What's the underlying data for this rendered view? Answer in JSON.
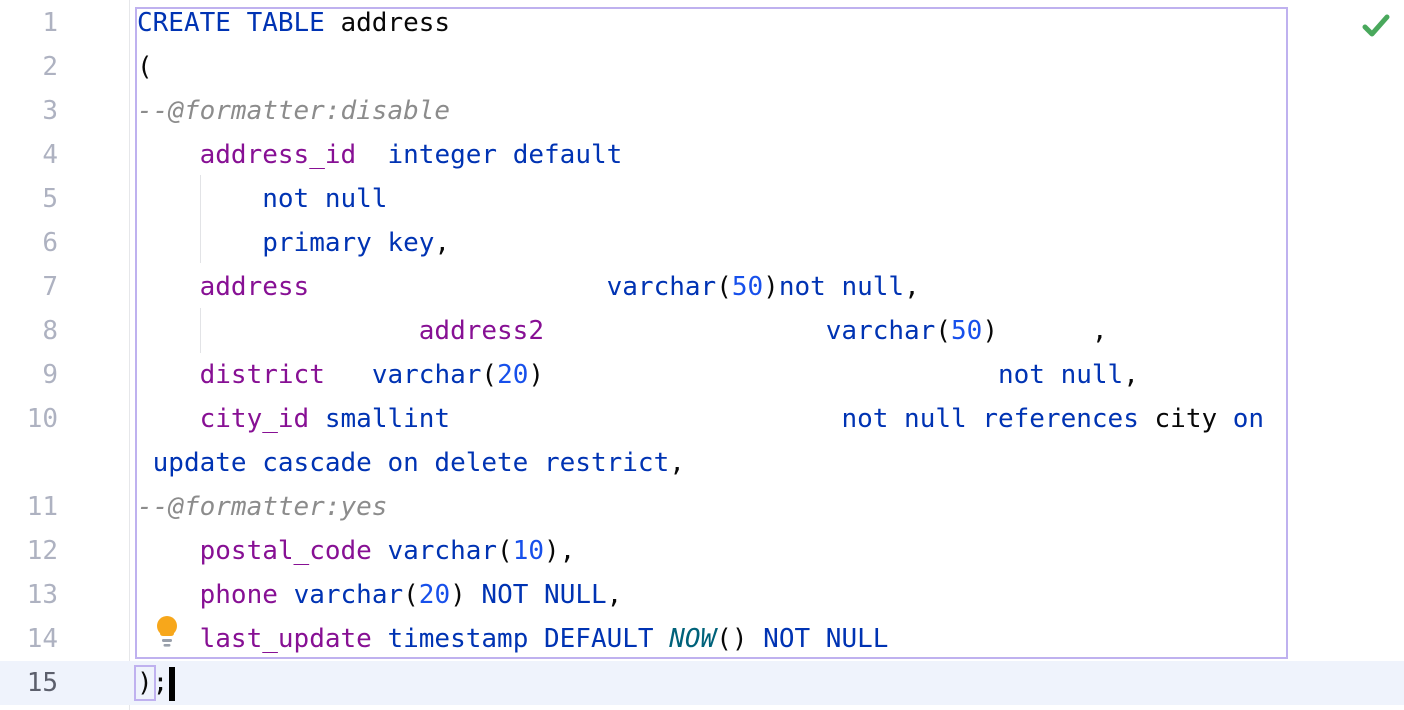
{
  "colors": {
    "bg": "#ffffff",
    "kw": "#0033B3",
    "id": "#871094",
    "num": "#1750EB",
    "pl": "#080808",
    "cm": "#8C8C8C",
    "fn": "#00627A",
    "lineNum": "#AEB2C1",
    "lineNumActive": "#5C5F6C",
    "caretRow": "#EFF3FC",
    "box": "#BFB1EF",
    "gutterSep": "#E6E7EA",
    "indentGuide": "#E2E3E6",
    "caret": "#000000",
    "check": "#49A85C",
    "bulb": "#F7A71B",
    "bulbBase": "#99A0AB"
  },
  "icons": {
    "inspection_status": "checkmark-icon",
    "intention": "lightbulb-icon"
  },
  "editor": {
    "language": "SQL",
    "rows": [
      {
        "num": "1",
        "segments": [
          {
            "c": "kw",
            "t": "CREATE TABLE"
          },
          {
            "c": "pl",
            "t": " address"
          }
        ]
      },
      {
        "num": "2",
        "segments": [
          {
            "c": "pl",
            "t": "("
          }
        ]
      },
      {
        "num": "3",
        "segments": [
          {
            "c": "cm",
            "t": "--@formatter:disable"
          }
        ]
      },
      {
        "num": "4",
        "segments": [
          {
            "c": "pl",
            "t": "    "
          },
          {
            "c": "id",
            "t": "address_id"
          },
          {
            "c": "pl",
            "t": "  "
          },
          {
            "c": "kw",
            "t": "integer default"
          }
        ]
      },
      {
        "num": "5",
        "segments": [
          {
            "c": "pl",
            "t": "        "
          },
          {
            "c": "kw",
            "t": "not null"
          }
        ]
      },
      {
        "num": "6",
        "segments": [
          {
            "c": "pl",
            "t": "        "
          },
          {
            "c": "kw",
            "t": "primary key"
          },
          {
            "c": "pl",
            "t": ","
          }
        ]
      },
      {
        "num": "7",
        "segments": [
          {
            "c": "pl",
            "t": "    "
          },
          {
            "c": "id",
            "t": "address"
          },
          {
            "c": "pl",
            "t": "                   "
          },
          {
            "c": "kw",
            "t": "varchar"
          },
          {
            "c": "pl",
            "t": "("
          },
          {
            "c": "num",
            "t": "50"
          },
          {
            "c": "pl",
            "t": ")"
          },
          {
            "c": "kw",
            "t": "not null"
          },
          {
            "c": "pl",
            "t": ","
          }
        ]
      },
      {
        "num": "8",
        "segments": [
          {
            "c": "pl",
            "t": "                  "
          },
          {
            "c": "id",
            "t": "address2"
          },
          {
            "c": "pl",
            "t": "                  "
          },
          {
            "c": "kw",
            "t": "varchar"
          },
          {
            "c": "pl",
            "t": "("
          },
          {
            "c": "num",
            "t": "50"
          },
          {
            "c": "pl",
            "t": ")"
          },
          {
            "c": "pl",
            "t": "      ,"
          }
        ]
      },
      {
        "num": "9",
        "segments": [
          {
            "c": "pl",
            "t": "    "
          },
          {
            "c": "id",
            "t": "district"
          },
          {
            "c": "pl",
            "t": "   "
          },
          {
            "c": "kw",
            "t": "varchar"
          },
          {
            "c": "pl",
            "t": "("
          },
          {
            "c": "num",
            "t": "20"
          },
          {
            "c": "pl",
            "t": ")"
          },
          {
            "c": "pl",
            "t": "                             "
          },
          {
            "c": "kw",
            "t": "not null"
          },
          {
            "c": "pl",
            "t": ","
          }
        ]
      },
      {
        "num": "10",
        "segments": [
          {
            "c": "pl",
            "t": "    "
          },
          {
            "c": "id",
            "t": "city_id"
          },
          {
            "c": "pl",
            "t": " "
          },
          {
            "c": "kw",
            "t": "smallint"
          },
          {
            "c": "pl",
            "t": "                         "
          },
          {
            "c": "kw",
            "t": "not null references"
          },
          {
            "c": "pl",
            "t": " city "
          },
          {
            "c": "kw",
            "t": "on"
          }
        ]
      },
      {
        "num": "",
        "segments": [
          {
            "c": "pl",
            "t": " "
          },
          {
            "c": "kw",
            "t": "update cascade on delete restrict"
          },
          {
            "c": "pl",
            "t": ","
          }
        ]
      },
      {
        "num": "11",
        "segments": [
          {
            "c": "cm",
            "t": "--@formatter:yes"
          }
        ]
      },
      {
        "num": "12",
        "segments": [
          {
            "c": "pl",
            "t": "    "
          },
          {
            "c": "id",
            "t": "postal_code"
          },
          {
            "c": "pl",
            "t": " "
          },
          {
            "c": "kw",
            "t": "varchar"
          },
          {
            "c": "pl",
            "t": "("
          },
          {
            "c": "num",
            "t": "10"
          },
          {
            "c": "pl",
            "t": "),"
          }
        ]
      },
      {
        "num": "13",
        "segments": [
          {
            "c": "pl",
            "t": "    "
          },
          {
            "c": "id",
            "t": "phone"
          },
          {
            "c": "pl",
            "t": " "
          },
          {
            "c": "kw",
            "t": "varchar"
          },
          {
            "c": "pl",
            "t": "("
          },
          {
            "c": "num",
            "t": "20"
          },
          {
            "c": "pl",
            "t": ") "
          },
          {
            "c": "kw",
            "t": "NOT NULL"
          },
          {
            "c": "pl",
            "t": ","
          }
        ]
      },
      {
        "num": "14",
        "segments": [
          {
            "c": "pl",
            "t": "    "
          },
          {
            "c": "id",
            "t": "last_update"
          },
          {
            "c": "pl",
            "t": " "
          },
          {
            "c": "kw",
            "t": "timestamp DEFAULT"
          },
          {
            "c": "pl",
            "t": " "
          },
          {
            "c": "fn",
            "t": "NOW"
          },
          {
            "c": "pl",
            "t": "() "
          },
          {
            "c": "kw",
            "t": "NOT NULL"
          }
        ]
      },
      {
        "num": "15",
        "active": true,
        "caret": true,
        "segments": [
          {
            "c": "pl",
            "t": ")",
            "boxed": true
          },
          {
            "c": "pl",
            "t": ";"
          }
        ]
      }
    ]
  }
}
